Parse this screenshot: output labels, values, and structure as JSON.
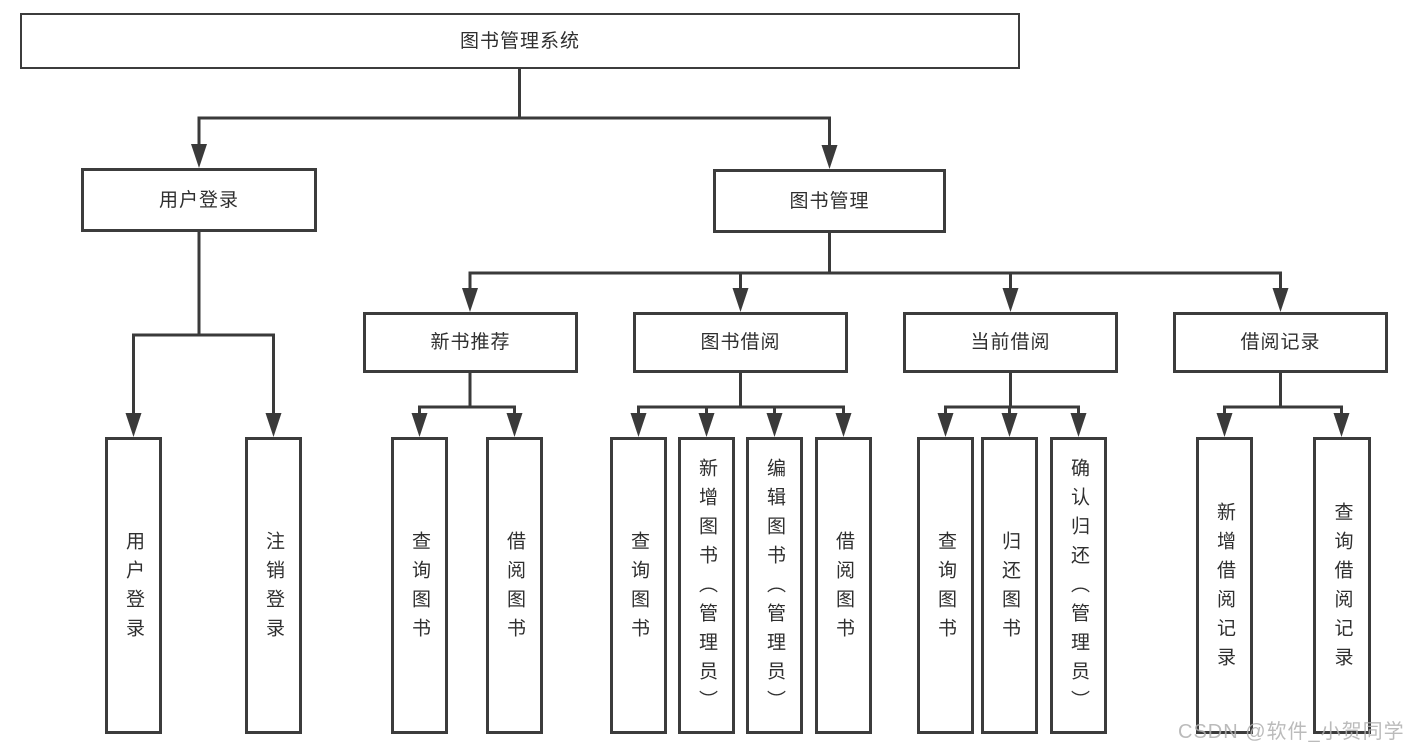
{
  "diagram": {
    "title": "图书管理系统",
    "nodes": {
      "root": {
        "label": "图书管理系统"
      },
      "user_login": {
        "label": "用户登录"
      },
      "book_mgmt": {
        "label": "图书管理"
      },
      "new_book_rec": {
        "label": "新书推荐"
      },
      "book_borrow": {
        "label": "图书借阅"
      },
      "current_borrow": {
        "label": "当前借阅"
      },
      "borrow_records": {
        "label": "借阅记录"
      },
      "leaf_user_login": {
        "label": "用户登录"
      },
      "leaf_logout": {
        "label": "注销登录"
      },
      "leaf_query_book_1": {
        "label": "查询图书"
      },
      "leaf_borrow_book_1": {
        "label": "借阅图书"
      },
      "leaf_query_book_2": {
        "label": "查询图书"
      },
      "leaf_add_book": {
        "label": "新增图书（管理员）"
      },
      "leaf_edit_book": {
        "label": "编辑图书（管理员）"
      },
      "leaf_borrow_book_2": {
        "label": "借阅图书"
      },
      "leaf_query_book_3": {
        "label": "查询图书"
      },
      "leaf_return_book": {
        "label": "归还图书"
      },
      "leaf_confirm_return": {
        "label": "确认归还（管理员）"
      },
      "leaf_add_borrow_record": {
        "label": "新增借阅记录"
      },
      "leaf_query_borrow_record": {
        "label": "查询借阅记录"
      }
    },
    "edges": [
      [
        "root",
        "user_login"
      ],
      [
        "root",
        "book_mgmt"
      ],
      [
        "user_login",
        "leaf_user_login"
      ],
      [
        "user_login",
        "leaf_logout"
      ],
      [
        "book_mgmt",
        "new_book_rec"
      ],
      [
        "book_mgmt",
        "book_borrow"
      ],
      [
        "book_mgmt",
        "current_borrow"
      ],
      [
        "book_mgmt",
        "borrow_records"
      ],
      [
        "new_book_rec",
        "leaf_query_book_1"
      ],
      [
        "new_book_rec",
        "leaf_borrow_book_1"
      ],
      [
        "book_borrow",
        "leaf_query_book_2"
      ],
      [
        "book_borrow",
        "leaf_add_book"
      ],
      [
        "book_borrow",
        "leaf_edit_book"
      ],
      [
        "book_borrow",
        "leaf_borrow_book_2"
      ],
      [
        "current_borrow",
        "leaf_query_book_3"
      ],
      [
        "current_borrow",
        "leaf_return_book"
      ],
      [
        "current_borrow",
        "leaf_confirm_return"
      ],
      [
        "borrow_records",
        "leaf_add_borrow_record"
      ],
      [
        "borrow_records",
        "leaf_query_borrow_record"
      ]
    ]
  },
  "watermark": {
    "text": "CSDN @软件_小贺同学",
    "color": "#b0b0b0"
  },
  "colors": {
    "background": "#ffffff",
    "line": "#3a3a3a",
    "border": "#3c3c3c",
    "text": "#2f2f2f"
  }
}
